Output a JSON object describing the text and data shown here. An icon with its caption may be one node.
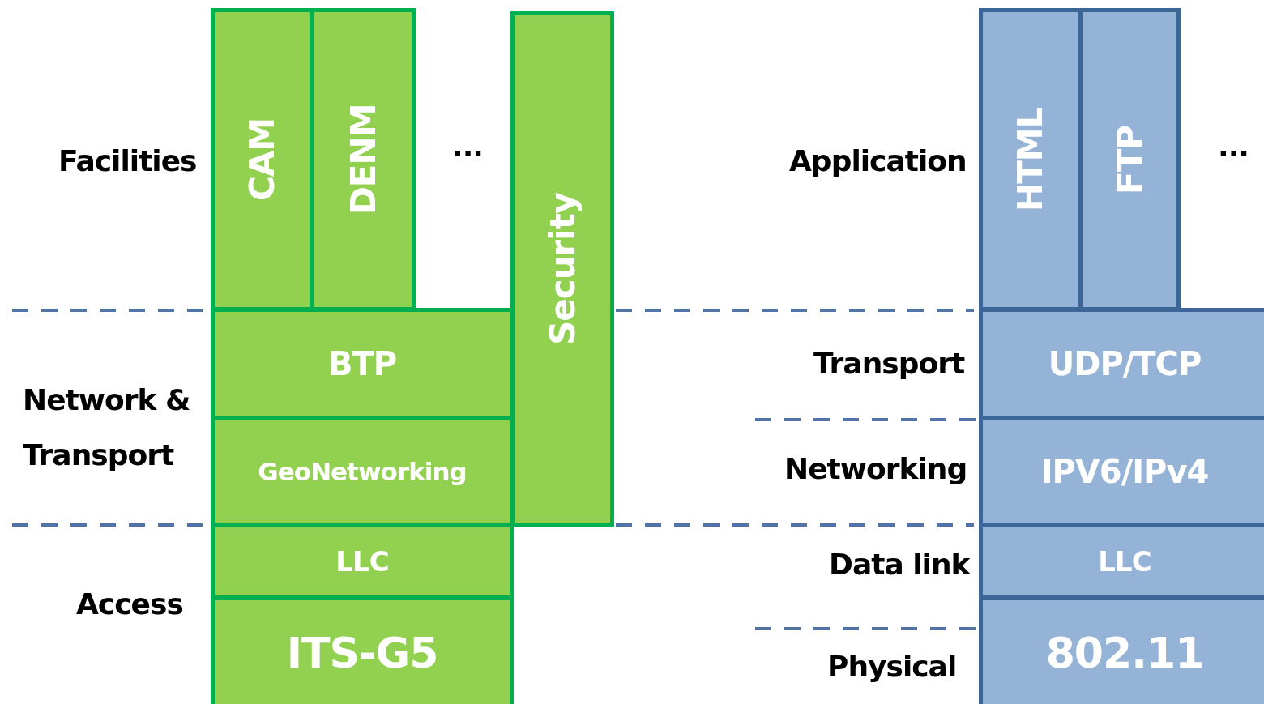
{
  "diagram": {
    "nodes": [
      {
        "text": [
          "CAM"
        ]
      },
      {
        "text": [
          "DENM"
        ]
      },
      {
        "text": [
          "Security"
        ]
      },
      {
        "text": [
          "HTML"
        ]
      },
      {
        "text": [
          "FTP"
        ]
      },
      {
        "text": [
          "BTP"
        ]
      },
      {
        "text": [
          "UDP/TCP"
        ]
      },
      {
        "text": [
          "GeoNetworking"
        ]
      },
      {
        "text": [
          "IPV6/IPv4"
        ]
      },
      {
        "text": [
          "LLC"
        ]
      },
      {
        "text": [
          "LLC"
        ]
      },
      {
        "text": [
          "ITS-G5"
        ]
      },
      {
        "text": [
          "802.11"
        ]
      }
    ],
    "edges": [],
    "labels": [
      "Facilities",
      "...",
      "Application",
      "...",
      "Transport",
      "Network & Transport",
      "Networking",
      "Data link",
      "Access",
      "Physical"
    ]
  }
}
